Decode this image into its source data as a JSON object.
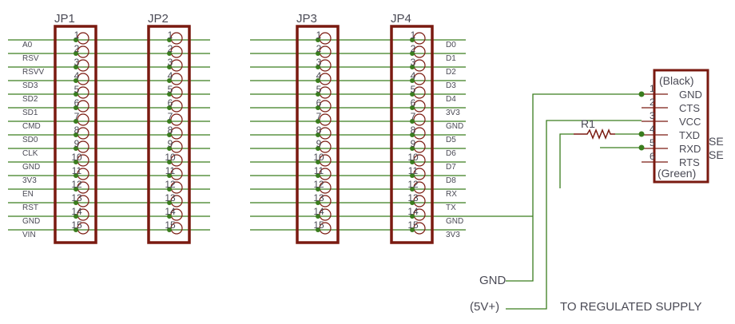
{
  "colors": {
    "wire": "#3a7d1e",
    "part": "#7a1a10",
    "text": "#4a4a55",
    "junction": "#3a7d1e"
  },
  "headers": [
    {
      "name": "JP1",
      "pins": [
        "1",
        "2",
        "3",
        "4",
        "5",
        "6",
        "7",
        "8",
        "9",
        "10",
        "11",
        "12",
        "13",
        "14",
        "15"
      ]
    },
    {
      "name": "JP2",
      "pins": [
        "1",
        "2",
        "3",
        "4",
        "5",
        "6",
        "7",
        "8",
        "9",
        "10",
        "11",
        "12",
        "13",
        "14",
        "15"
      ]
    },
    {
      "name": "JP3",
      "pins": [
        "1",
        "2",
        "3",
        "4",
        "5",
        "6",
        "7",
        "8",
        "9",
        "10",
        "11",
        "12",
        "13",
        "14",
        "15"
      ]
    },
    {
      "name": "JP4",
      "pins": [
        "1",
        "2",
        "3",
        "4",
        "5",
        "6",
        "7",
        "8",
        "9",
        "10",
        "11",
        "12",
        "13",
        "14",
        "15"
      ]
    }
  ],
  "left_nets": [
    "A0",
    "RSV",
    "RSVV",
    "SD3",
    "SD2",
    "SD1",
    "CMD",
    "SD0",
    "CLK",
    "GND",
    "3V3",
    "EN",
    "RST",
    "GND",
    "VIN"
  ],
  "right_nets": [
    "D0",
    "D1",
    "D2",
    "D3",
    "D4",
    "3V3",
    "GND",
    "D5",
    "D6",
    "D7",
    "D8",
    "RX",
    "TX",
    "GND",
    "3V3"
  ],
  "ftdi": {
    "top_label": "(Black)",
    "bottom_label": "(Green)",
    "pins": [
      {
        "num": "1",
        "name": "GND"
      },
      {
        "num": "2",
        "name": "CTS"
      },
      {
        "num": "3",
        "name": "VCC"
      },
      {
        "num": "4",
        "name": "TXD"
      },
      {
        "num": "5",
        "name": "RXD"
      },
      {
        "num": "6",
        "name": "RTS"
      }
    ],
    "side_labels": [
      "SE",
      "SE"
    ]
  },
  "resistor": {
    "name": "R1"
  },
  "labels": {
    "gnd": "GND",
    "vplus": "(5V+)",
    "supply": "TO REGULATED SUPPLY"
  }
}
